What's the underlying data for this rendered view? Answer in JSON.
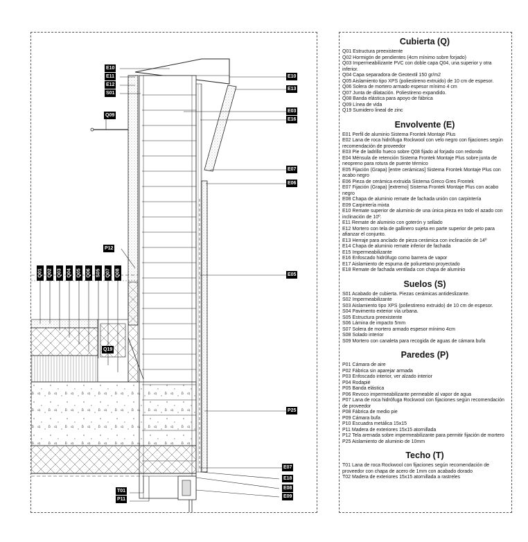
{
  "drawing": {
    "labels_left": [
      "E10",
      "E11",
      "E12",
      "S01",
      "Q09",
      "P12",
      "Q19",
      "T01",
      "P11"
    ],
    "labels_right": [
      "E10",
      "E13",
      "E03",
      "E16",
      "E07",
      "E06",
      "E05",
      "P25",
      "E07",
      "E18",
      "E08",
      "E09"
    ],
    "labels_vertical": [
      "Q01",
      "Q02",
      "Q03",
      "Q04",
      "Q05",
      "Q06",
      "S05",
      "Q07",
      "Q08"
    ]
  },
  "legend": {
    "sections": [
      {
        "title": "Cubierta (Q)",
        "items": [
          "Q01 Estructura preexistente",
          "Q02 Hormigón de pendientes (4cm mínimo sobre forjado)",
          "Q03 Impermeabilizante PVC con doble capa Q04, una superior y otra inferior.",
          "Q04 Capa separadora de Geotextil 150 gr/m2",
          "Q05 Aislamiento tipo XPS (poliestireno extruido) de 10 cm de espesor.",
          "Q06 Solera de mortero armado espesor mínimo 4 cm",
          "Q07 Junta de dilatación. Poliestireno expandido.",
          "Q08 Banda elástica para apoyo de fábrica",
          "Q09 Línea de vida",
          "Q19 Sumidero lineal de zinc"
        ]
      },
      {
        "title": "Envolvente (E)",
        "items": [
          "E01 Perfil de aluminio Sistema Frontek Montaje Plus",
          "E02 Lana de roca hidrófuga Rockwool con velo negro con fijaciones según recomendación de proveedor",
          "E03 Pie de ladrillo hueco sobre Q08 fijado al forjado con redondo",
          "E04 Ménsula de retención Sistema Frontek Montaje Plus sobre junta de neopreno para rotura de puente térmico",
          "E05 Fijación (Grapa) [entre cerámicas] Sistema Frontek Montaje Plus con acabo negro",
          "E06 Pieza de cerámica extruida Sistema Greco Gres Frontek",
          "E07 Fijación (Grapa) [extremo] Sistema Frontek Montaje Plus con acabo negro",
          "E08 Chapa de aluminio remate de fachada unión con carpintería",
          "E09 Carpintería mixta",
          "E10 Remate superior de aluminio de una única pieza en todo el azado con inclinación de 10º.",
          "E11 Remate de aluminio con goterón y sellado",
          "E12 Mortero con tela de gallinero sujeta en parte superior de peto para afianzar el conjunto.",
          "E13 Herraje para anclado de pieza cerámica con inclinación de 14º",
          "E14 Chapa de aluminio remate inferior de fachada",
          "E15 Impermeabilizante",
          "E16 Enfoscado hidrófugo como barrera de vapor",
          "E17 Aislamiento de espuma de poliuretano proyectado",
          "E18 Remate de fachada ventilada con chapa de aluminio"
        ]
      },
      {
        "title": "Suelos (S)",
        "items": [
          "S01 Acabado de cubierta. Piezas cerámicas antideslizante.",
          "S02 Impermeabilizante",
          "S03 Aislamiento tipo XPS (poliestireno extruido) de 10 cm de espesor.",
          "S04 Pavimento exterior vía urbana.",
          "S05 Estructura preexistente",
          "S06 Lámina de impacto 5mm",
          "S07 Solera de mortero armado espesor mínimo 4cm",
          "S08 Solado interior",
          "S09 Mortero con canaleta para recogida de aguas de cámara bufa"
        ]
      },
      {
        "title": "Paredes (P)",
        "items": [
          "P01 Cámara de aire",
          "P02 Fábrica sin aparejar armada",
          "P03 Enfoscado interior, ver alzado interior",
          "P04 Rodapié",
          "P05 Banda elástica",
          "P06 Revoco impermeabilizante permeable al vapor de agua",
          "P07 Lana de roca hidrófuga Rockwool con fijaciones según recomendación de proveedor",
          "P08 Fábrica de medio pie",
          "P09 Cámara bufa",
          "P10 Escuadra metálica 15x15",
          "P11 Madera de exteriores 15x15 atornillada",
          "P12 Tela arenada sobre impermeabilizante para permitir fijación de mortero",
          "P25 Aislamiento de aluminio de 10mm"
        ]
      },
      {
        "title": "Techo (T)",
        "items": [
          "T01 Lana de roca Rockwool con fijaciones según recomendación de proveedor con chapa de acero de 1mm con acabado dorado",
          "T02 Madera de exteriores 15x15 atornillada a rastreles"
        ]
      }
    ]
  }
}
